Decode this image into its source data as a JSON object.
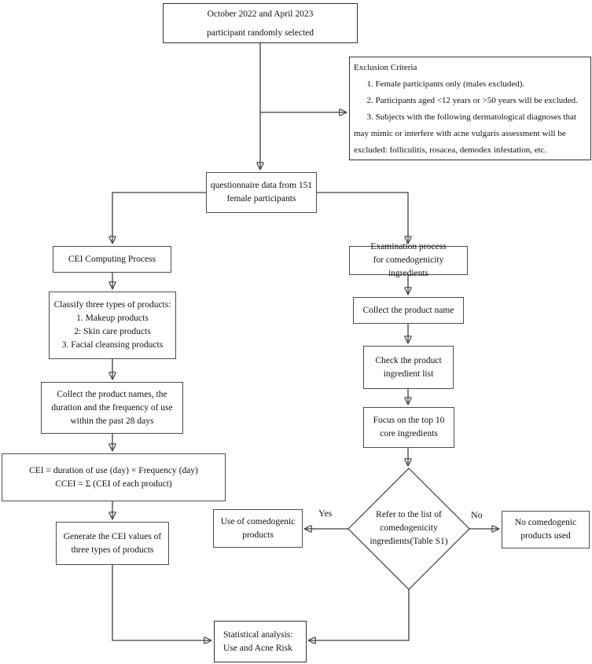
{
  "diagram": {
    "title": "Study flowchart: CEI computing and comedogenicity ingredient examination",
    "background_color": "#ffffff",
    "line_color": "#3f3f3f",
    "nodes": {
      "start": {
        "label": "October 2022 and April 2023\nparticipant randomly selected"
      },
      "exclusion": {
        "label": "Exclusion Criteria\n      1. Female participants only (males excluded).\n      2. Participants aged <12 years or >50 years will be excluded.\n      3. Subjects with the following dermatological diagnoses that may mimic or interfere with acne vulgaris assessment will be excluded: folliculitis, rosacea, demodex infestation, etc."
      },
      "questionnaire": {
        "label": "questionnaire data from 151\nfemale participants"
      },
      "cei_process": {
        "label": "CEI Computing Process"
      },
      "examination": {
        "label": "Examination process\nfor comedogenicity ingredients"
      },
      "classify": {
        "label": "Classify three types of products:\n1. Makeup products\n2: Skin care products\n3. Facial cleansing products"
      },
      "collect_name": {
        "label": "Collect the product name"
      },
      "check_list": {
        "label": "Check the product\ningredient list"
      },
      "collect_names": {
        "label": "Collect the product names, the\nduration and the frequency of use\nwithin the past 28 days"
      },
      "focus": {
        "label": "Focus on the top 10\ncore ingredients"
      },
      "formula": {
        "label": "CEI = duration of use (day) × Frequency (day)\nCCEI = Σ (CEI of each product)"
      },
      "decision": {
        "label": "Refer to the list of\ncomedogenicity\ningredients(Table S1)"
      },
      "use_comedogenic": {
        "label": "Use of comedogenic\nproducts"
      },
      "no_comedogenic": {
        "label": "No comedogenic\nproducts used"
      },
      "generate": {
        "label": "Generate the CEI values of\nthree types of products"
      },
      "statistical": {
        "label": "Statistical analysis:\nUse and Acne Risk"
      }
    },
    "edge_labels": {
      "yes": "Yes",
      "no": "No"
    }
  }
}
